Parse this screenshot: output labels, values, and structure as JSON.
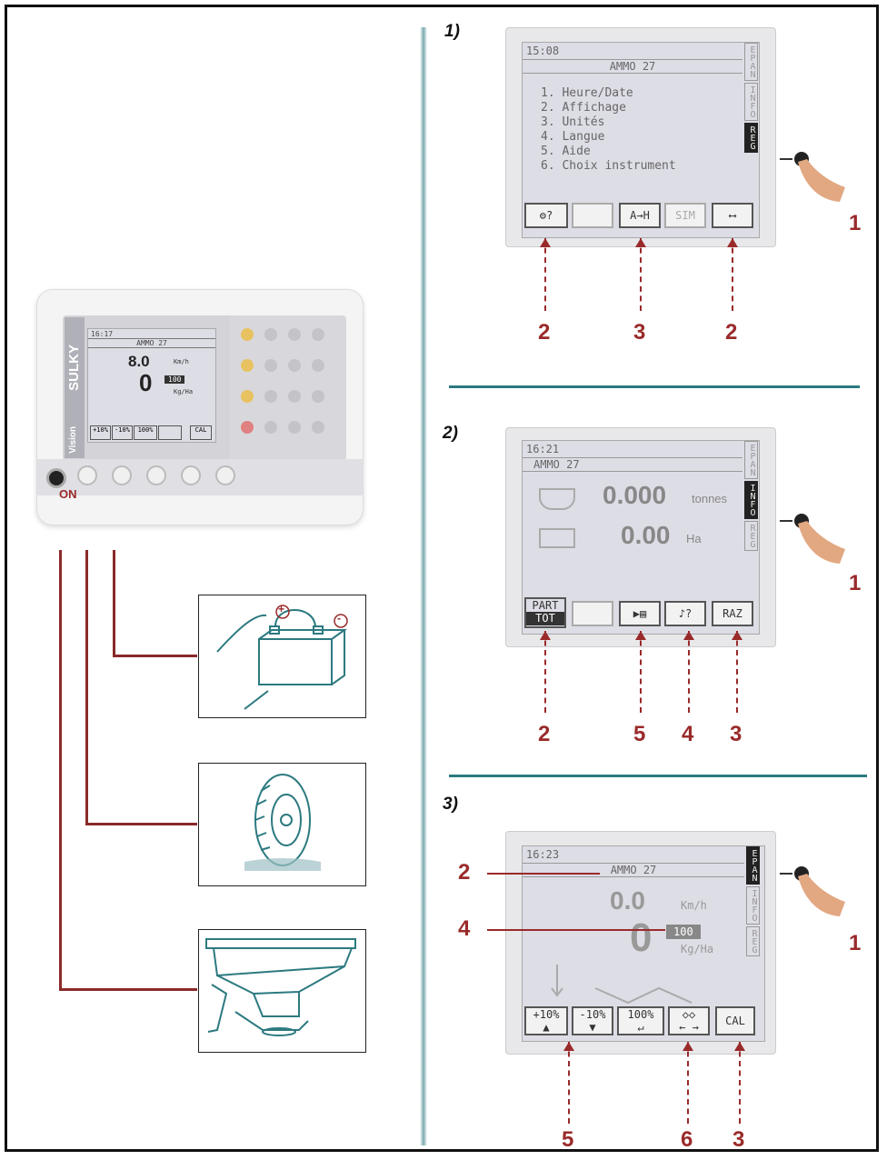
{
  "colors": {
    "accent_red": "#9a2a2a",
    "teal": "#2c7a80",
    "lcd_bg": "#dddde6"
  },
  "left": {
    "console": {
      "brand": "SULKY",
      "model": "Vision",
      "on_label": "ON",
      "lcd": {
        "time": "16:17",
        "product": "AMMO 27",
        "speed": "8.0",
        "speed_unit": "Km/h",
        "rate_big": "0",
        "rate_box": "100",
        "rate_unit": "Kg/Ha",
        "buttons": [
          "+10%",
          "-10%",
          "100%",
          "",
          "CAL"
        ]
      }
    },
    "images": [
      "battery",
      "tractor-tyre",
      "spreader-hopper"
    ],
    "battery_plus": "+",
    "battery_minus": "-"
  },
  "sections": [
    {
      "label": "1)",
      "time": "15:08",
      "product": "AMMO 27",
      "menu": [
        "1. Heure/Date",
        "2. Affichage",
        "3. Unités",
        "4. Langue",
        "5. Aide",
        "6. Choix instrument"
      ],
      "tabs": [
        "EPAN",
        "INFO",
        "REG"
      ],
      "active_tab": "REG",
      "buttons": [
        "?",
        "A→H",
        "SIM",
        ""
      ],
      "callouts": [
        "2",
        "3",
        "2"
      ],
      "side": "1"
    },
    {
      "label": "2)",
      "time": "16:21",
      "product": "AMMO 27",
      "value1": "0.000",
      "unit1": "tonnes",
      "value2": "0.00",
      "unit2": "Ha",
      "tabs": [
        "EPAN",
        "INFO",
        "REG"
      ],
      "active_tab": "INFO",
      "buttons": [
        "PART",
        "TOT",
        "",
        "?",
        "RAZ"
      ],
      "callouts": [
        "2",
        "5",
        "4",
        "3"
      ],
      "side": "1"
    },
    {
      "label": "3)",
      "time": "16:23",
      "product": "AMMO 27",
      "speed": "0.0",
      "speed_unit": "Km/h",
      "rate_big": "0",
      "rate_box": "100",
      "rate_unit": "Kg/Ha",
      "tabs": [
        "EPAN",
        "INFO",
        "REG"
      ],
      "active_tab": "EPAN",
      "buttons": [
        "+10%",
        "-10%",
        "100%",
        "",
        "CAL"
      ],
      "callouts_side": [
        "2",
        "4"
      ],
      "callouts": [
        "5",
        "6",
        "3"
      ],
      "side": "1"
    }
  ]
}
